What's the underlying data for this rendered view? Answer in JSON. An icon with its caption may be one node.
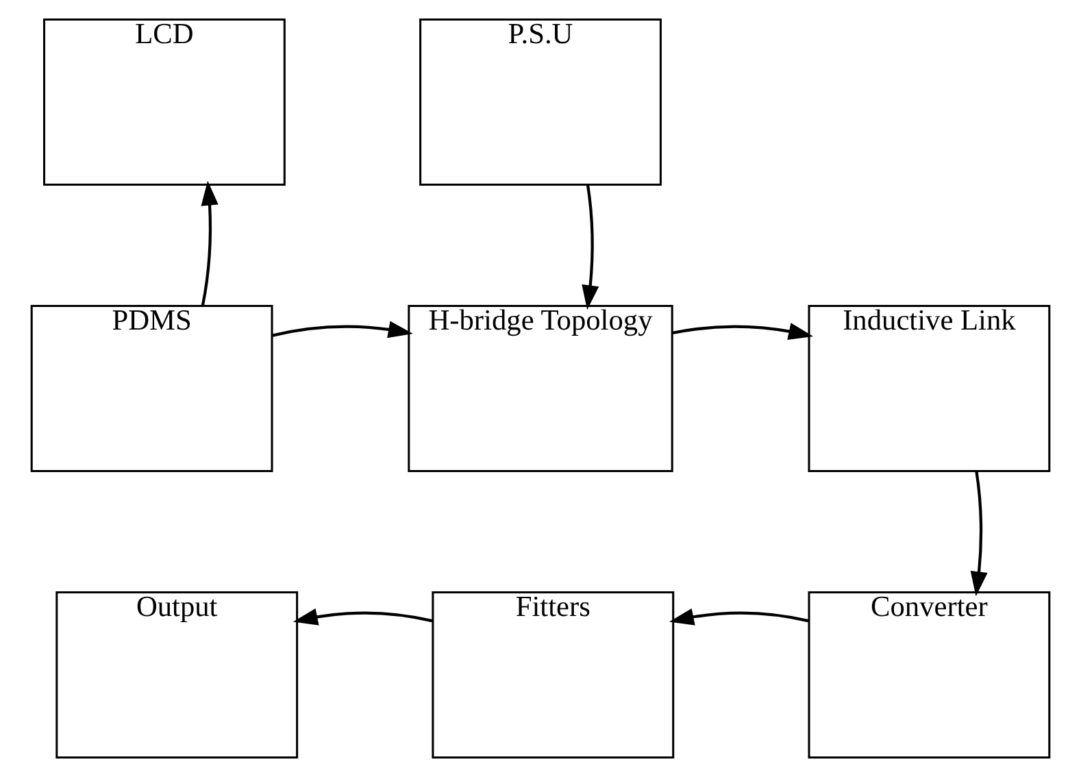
{
  "diagram": {
    "nodes": [
      {
        "text": [
          "LCD"
        ]
      },
      {
        "text": [
          "P.S.U"
        ]
      },
      {
        "text": [
          "PDMS"
        ]
      },
      {
        "text": [
          "H-bridge Topology"
        ]
      },
      {
        "text": [
          "Inductive Link"
        ]
      },
      {
        "text": [
          "Output"
        ]
      },
      {
        "text": [
          "Fitters"
        ]
      },
      {
        "text": [
          "Converter"
        ]
      }
    ],
    "edges": [
      {
        "from": 2,
        "to": 0,
        "arrow": "to"
      },
      {
        "from": 1,
        "to": 3,
        "arrow": "to"
      },
      {
        "from": 2,
        "to": 3,
        "arrow": "to"
      },
      {
        "from": 3,
        "to": 4,
        "arrow": "to"
      },
      {
        "from": 4,
        "to": 7,
        "arrow": "to"
      },
      {
        "from": 7,
        "to": 6,
        "arrow": "to"
      },
      {
        "from": 6,
        "to": 5,
        "arrow": "to"
      }
    ]
  }
}
